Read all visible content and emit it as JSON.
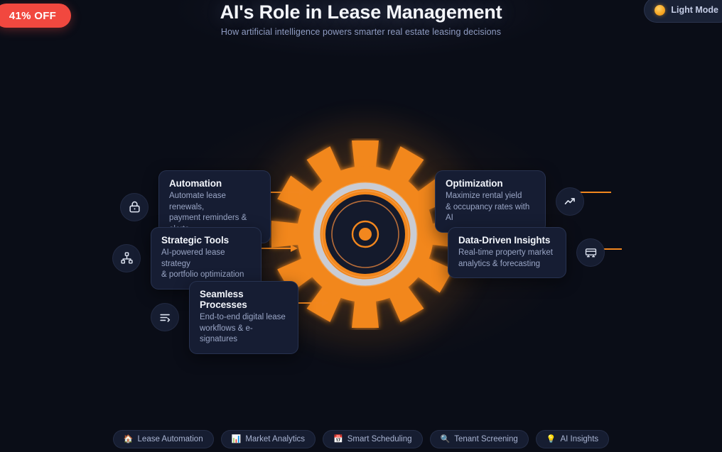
{
  "badge": {
    "label": "41% OFF"
  },
  "theme_toggle": {
    "label": "Light Mode",
    "icon": "sun-icon"
  },
  "header": {
    "title": "AI's Role in Lease Management",
    "subtitle": "How artificial intelligence powers smarter real estate leasing decisions"
  },
  "center": {
    "name": "gear-hub",
    "accent_color": "#f2871e",
    "ring_color": "#c9ccd4",
    "core_color": "#141a2c"
  },
  "colors": {
    "background": "#0a0d17",
    "card_background": "#161d33",
    "accent": "#f2871e",
    "badge": "#f1483f",
    "title_text": "#f4f6fb",
    "body_text": "#9aa6c6"
  },
  "features": {
    "left": [
      {
        "icon": "lock-icon",
        "title": "Automation",
        "desc": "Automate lease renewals,\npayment reminders & alerts"
      },
      {
        "icon": "hierarchy-icon",
        "title": "Strategic Tools",
        "desc": "AI-powered lease strategy\n& portfolio optimization"
      },
      {
        "icon": "workflow-list-icon",
        "title": "Seamless Processes",
        "desc": "End-to-end digital lease\nworkflows & e-signatures"
      }
    ],
    "right": [
      {
        "icon": "trending-up-icon",
        "title": "Optimization",
        "desc": "Maximize rental yield\n& occupancy rates with AI"
      },
      {
        "icon": "truck-icon",
        "title": "Data-Driven Insights",
        "desc": "Real-time property market\nanalytics & forecasting"
      }
    ]
  },
  "chips": [
    {
      "emoji": "🏠",
      "label": "Lease Automation",
      "icon": "house-icon"
    },
    {
      "emoji": "📊",
      "label": "Market Analytics",
      "icon": "bar-chart-icon"
    },
    {
      "emoji": "📅",
      "label": "Smart Scheduling",
      "icon": "calendar-icon"
    },
    {
      "emoji": "🔍",
      "label": "Tenant Screening",
      "icon": "magnifier-icon"
    },
    {
      "emoji": "💡",
      "label": "AI Insights",
      "icon": "lightbulb-icon"
    }
  ]
}
